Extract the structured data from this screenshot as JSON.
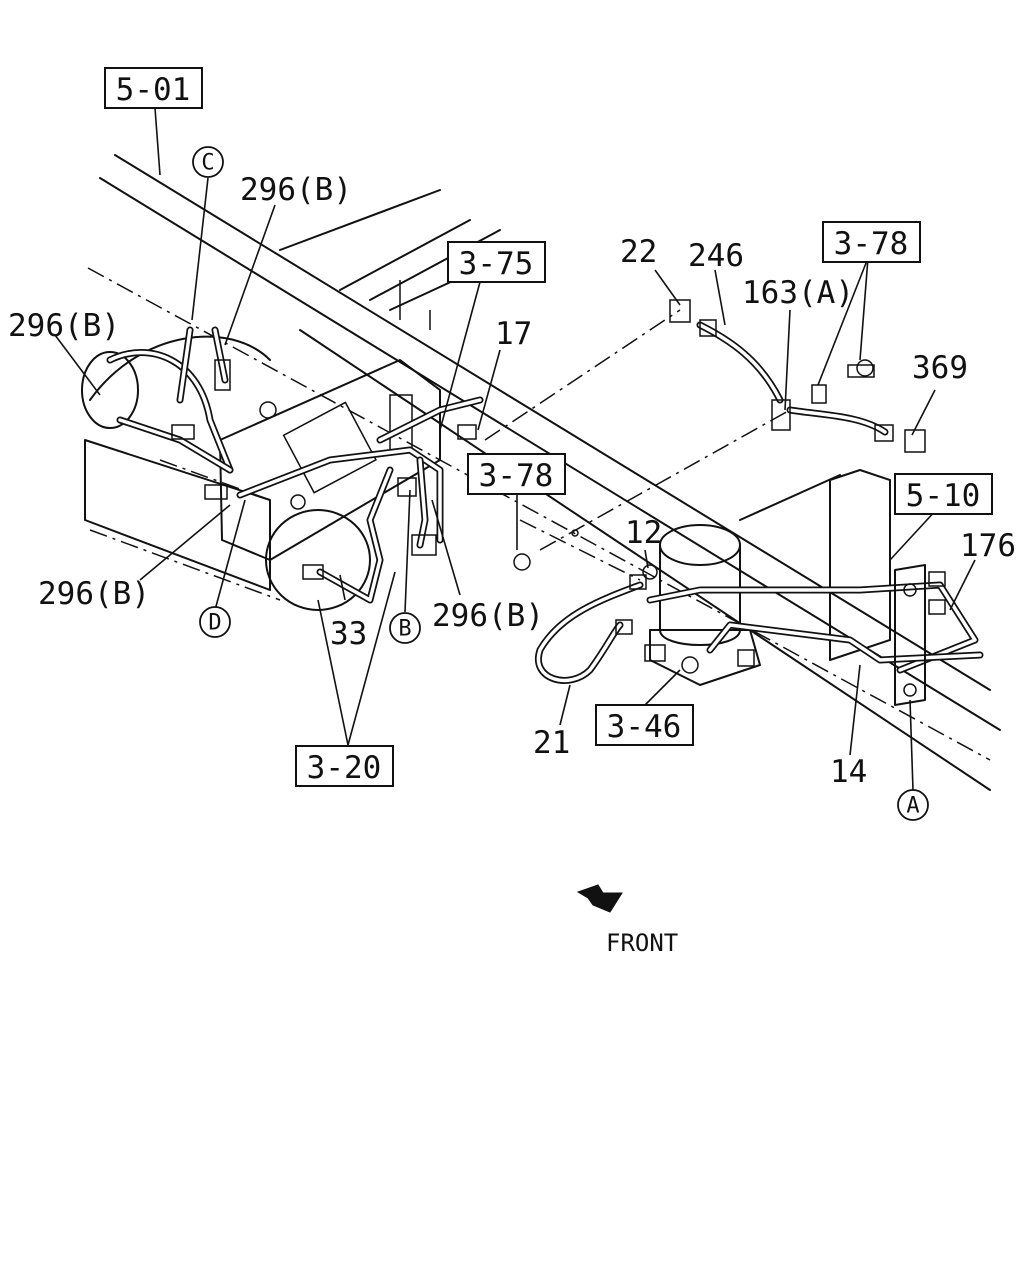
{
  "ref_boxes": {
    "r501": "5-01",
    "r375": "3-75",
    "r378a": "3-78",
    "r378b": "3-78",
    "r510": "5-10",
    "r346": "3-46",
    "r320": "3-20"
  },
  "part_labels": {
    "p296b_top": "296(B)",
    "p296b_left": "296(B)",
    "p296b_bottom_left": "296(B)",
    "p296b_bottom_mid": "296(B)",
    "p17": "17",
    "p22": "22",
    "p246": "246",
    "p163a": "163(A)",
    "p369": "369",
    "p12": "12",
    "p176": "176",
    "p33": "33",
    "p21": "21",
    "p14": "14"
  },
  "callouts": {
    "c": "C",
    "d": "D",
    "b": "B",
    "a": "A"
  },
  "front": {
    "label": "FRONT"
  }
}
